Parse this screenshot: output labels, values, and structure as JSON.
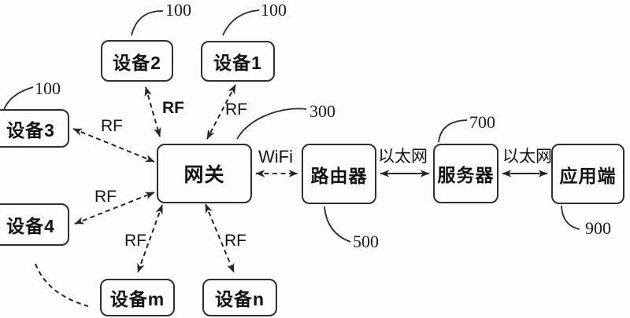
{
  "figure": {
    "nodes": {
      "device2": "设备2",
      "device1": "设备1",
      "device3": "设备3",
      "device4": "设备4",
      "device_m": "设备m",
      "device_n": "设备n",
      "gateway": "网关",
      "router": "路由器",
      "server": "服务器",
      "app": "应用端"
    },
    "refs": {
      "device2": "100",
      "device1": "100",
      "device3": "100",
      "gateway": "300",
      "router": "500",
      "server": "700",
      "app": "900"
    },
    "edges": {
      "rf_device2": "RF",
      "rf_device1": "RF",
      "rf_device3": "RF",
      "rf_device4": "RF",
      "rf_device_m": "RF",
      "rf_device_n": "RF",
      "wifi": "WiFi",
      "ethernet1": "以太网",
      "ethernet2": "以太网"
    },
    "colors": {
      "line": "#262626",
      "text": "#141414",
      "background": "#fdfdfd"
    }
  }
}
